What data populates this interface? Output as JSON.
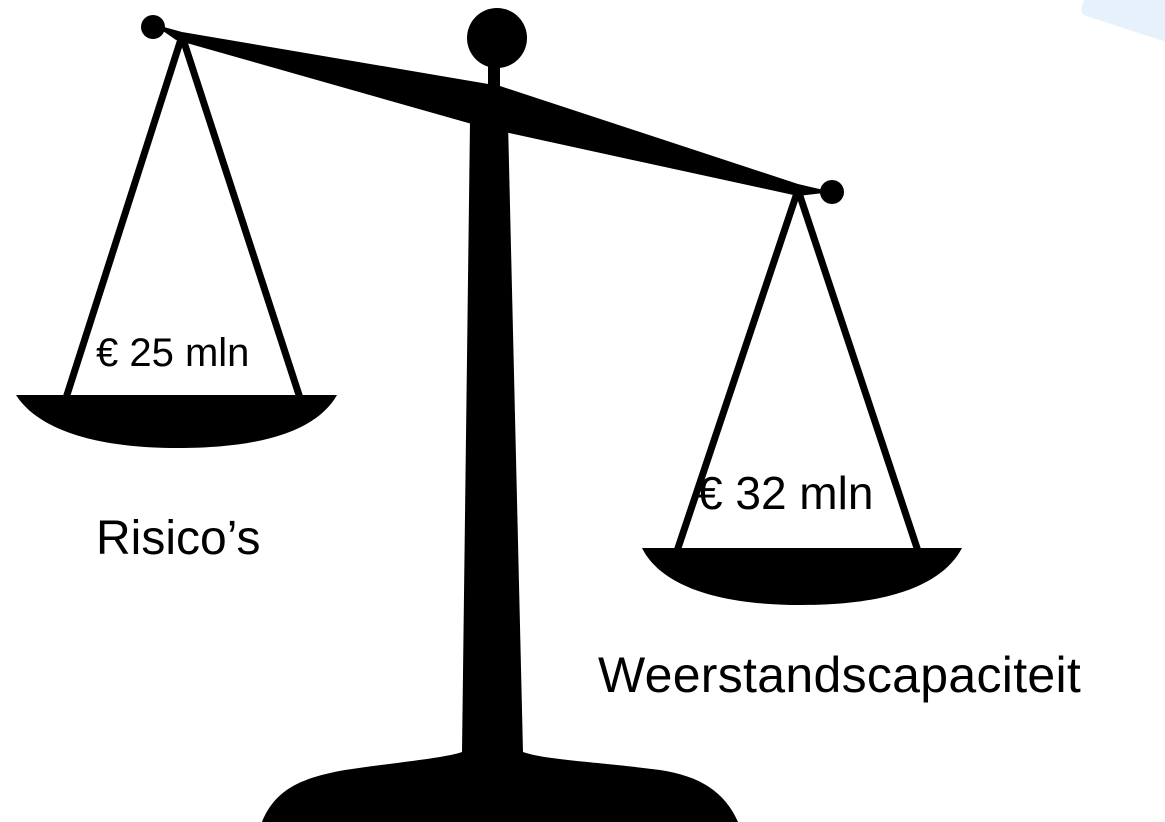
{
  "scale": {
    "left_pan": {
      "value_label": "€ 25 mln",
      "caption": "Risico’s"
    },
    "right_pan": {
      "value_label": "€ 32 mln",
      "caption": "Weerstandscapaciteit"
    }
  },
  "colors": {
    "ink": "#000000",
    "background": "#ffffff",
    "corner_accent": "#e6f1fb"
  }
}
